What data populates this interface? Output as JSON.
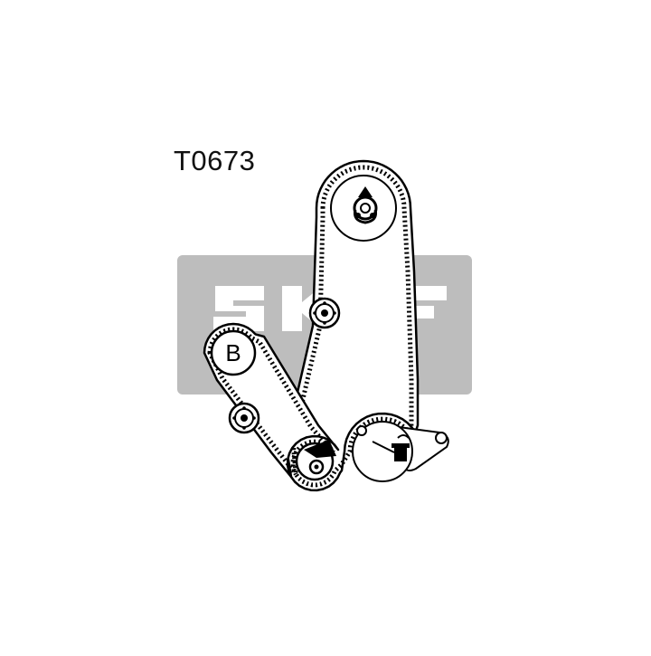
{
  "part_code": "T0673",
  "belt_label": "B",
  "watermark": {
    "brand": "SKF",
    "color": "#bdbdbd"
  },
  "colors": {
    "ink": "#000000",
    "background": "#ffffff",
    "watermark_letter": "#ffffff"
  },
  "components": [
    "camshaft-pulley",
    "upper-idler-pulley",
    "balance-shaft-pulley",
    "lower-idler-pulley",
    "crankshaft-pulley",
    "tensioner-pulley"
  ]
}
